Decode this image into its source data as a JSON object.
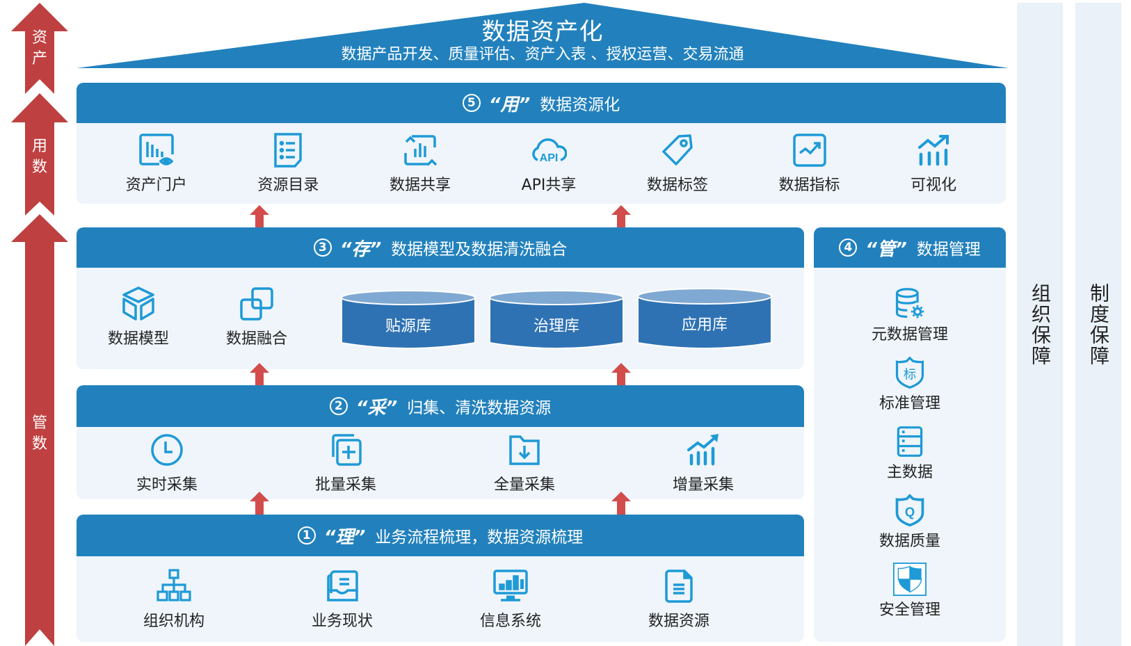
{
  "roof": {
    "title": "数据资产化",
    "subtitle": "数据产品开发、质量评估、资产入表 、授权运营、交易流通"
  },
  "left_arrows": [
    {
      "label": "资\n产",
      "chars": [
        "资",
        "产"
      ]
    },
    {
      "label": "用\n数",
      "chars": [
        "用",
        "数"
      ]
    },
    {
      "label": "管\n数",
      "chars": [
        "管",
        "数"
      ]
    }
  ],
  "sections": {
    "use": {
      "num": "5",
      "keyword": "“用”",
      "title": "数据资源化",
      "items": [
        {
          "label": "资产门户",
          "icon": "asset-portal-icon"
        },
        {
          "label": "资源目录",
          "icon": "catalog-icon"
        },
        {
          "label": "数据共享",
          "icon": "data-share-icon"
        },
        {
          "label": "API共享",
          "icon": "api-cloud-icon"
        },
        {
          "label": "数据标签",
          "icon": "tag-icon"
        },
        {
          "label": "数据指标",
          "icon": "metric-chart-icon"
        },
        {
          "label": "可视化",
          "icon": "visualization-icon"
        }
      ]
    },
    "store": {
      "num": "3",
      "keyword": "“存”",
      "title": "数据模型及数据清洗融合",
      "items": [
        {
          "label": "数据模型",
          "icon": "cube-icon"
        },
        {
          "label": "数据融合",
          "icon": "merge-squares-icon"
        }
      ],
      "databases": [
        "贴源库",
        "治理库",
        "应用库"
      ]
    },
    "collect": {
      "num": "2",
      "keyword": "“采”",
      "title": "归集、清洗数据资源",
      "items": [
        {
          "label": "实时采集",
          "icon": "clock-icon"
        },
        {
          "label": "批量采集",
          "icon": "batch-add-icon"
        },
        {
          "label": "全量采集",
          "icon": "folder-download-icon"
        },
        {
          "label": "增量采集",
          "icon": "growth-chart-icon"
        }
      ]
    },
    "sort": {
      "num": "1",
      "keyword": "“理”",
      "title": "业务流程梳理，数据资源梳理",
      "items": [
        {
          "label": "组织机构",
          "icon": "org-chart-icon"
        },
        {
          "label": "业务现状",
          "icon": "business-tray-icon"
        },
        {
          "label": "信息系统",
          "icon": "monitor-chart-icon"
        },
        {
          "label": "数据资源",
          "icon": "document-icon"
        }
      ]
    },
    "manage": {
      "num": "4",
      "keyword": "“管”",
      "title": "数据管理",
      "items": [
        {
          "label": "元数据管理",
          "icon": "database-gear-icon"
        },
        {
          "label": "标准管理",
          "icon": "standard-shield-icon",
          "glyph": "标"
        },
        {
          "label": "主数据",
          "icon": "server-stack-icon"
        },
        {
          "label": "数据质量",
          "icon": "quality-shield-icon",
          "glyph": "Q"
        },
        {
          "label": "安全管理",
          "icon": "security-shield-icon"
        }
      ]
    }
  },
  "side_columns": [
    "组织保障",
    "制度保障"
  ],
  "colors": {
    "header_blue": "#2281bd",
    "icon_blue": "#1e9ad6",
    "card_bg": "#eff5fb",
    "arrow_red": "#bf4040",
    "small_arrow_red": "#d24c4c",
    "db_body": "#2f72b4",
    "db_top": "#7fa9d2"
  }
}
